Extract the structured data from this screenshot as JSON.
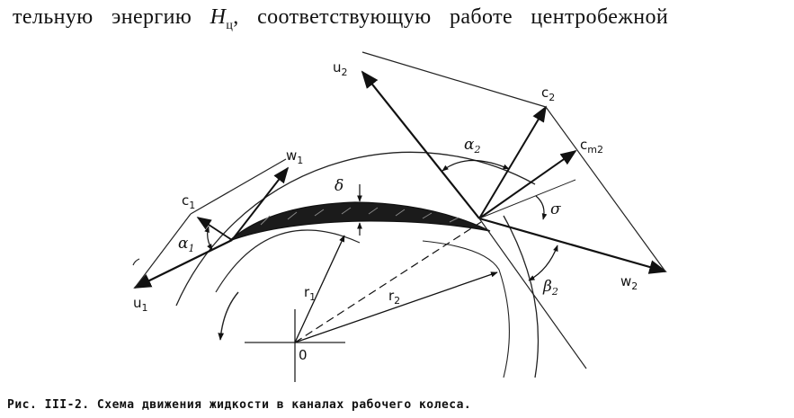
{
  "top_text": {
    "prefix": "тельную энергию ",
    "symbol": "H",
    "subscript": "ц",
    "suffix": ", соответствующую работе центробежной"
  },
  "caption": "Рис. III-2. Схема движения жидкости в каналах рабочего колеса.",
  "labels": {
    "u2": {
      "main": "u",
      "sub": "2"
    },
    "c2": {
      "main": "c",
      "sub": "2"
    },
    "cm2": {
      "main": "c",
      "sub": "m2"
    },
    "alpha2": {
      "main": "α",
      "sub": "2"
    },
    "w1": {
      "main": "w",
      "sub": "1"
    },
    "c1": {
      "main": "c",
      "sub": "1"
    },
    "alpha1": {
      "main": "α",
      "sub": "1"
    },
    "u1": {
      "main": "u",
      "sub": "1"
    },
    "w2": {
      "main": "w",
      "sub": "2"
    },
    "beta2": {
      "main": "β",
      "sub": "2"
    },
    "r1": {
      "main": "r",
      "sub": "1"
    },
    "r2": {
      "main": "r",
      "sub": "2"
    },
    "delta": {
      "main": "δ",
      "sub": ""
    },
    "sigma": {
      "main": "σ",
      "sub": ""
    },
    "origin": {
      "main": "0",
      "sub": ""
    }
  }
}
